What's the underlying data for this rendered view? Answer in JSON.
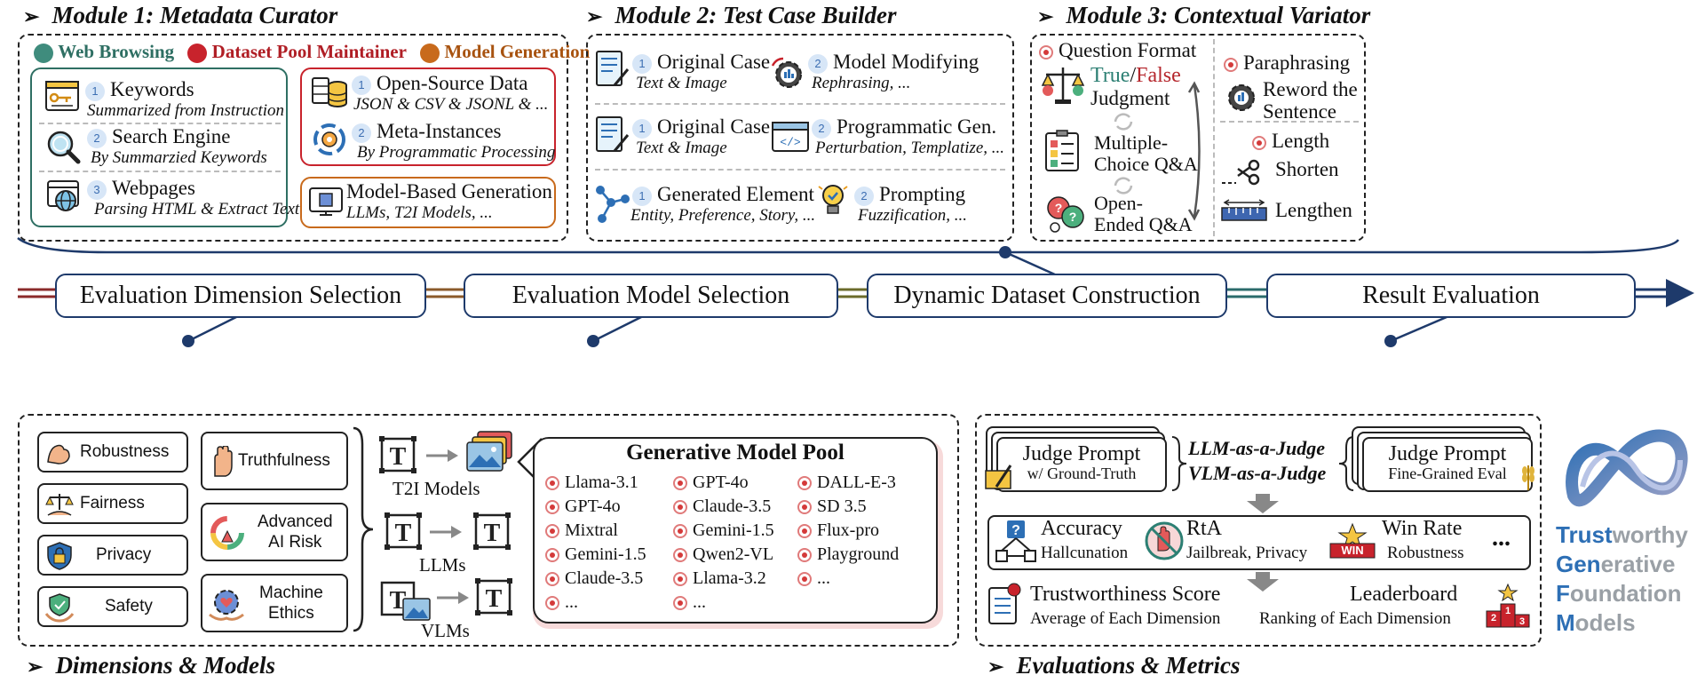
{
  "module1": {
    "title": "Module 1: Metadata Curator",
    "legend": [
      {
        "label": "Web Browsing",
        "color": "#3f8c7d"
      },
      {
        "label": "Dataset Pool Maintainer",
        "color": "#c8232c"
      },
      {
        "label": "Model Generation",
        "color": "#c86a1c"
      }
    ],
    "web": [
      {
        "num": "1",
        "title": "Keywords",
        "sub": "Summarized from Instruction"
      },
      {
        "num": "2",
        "title": "Search Engine",
        "sub": "By Summarzied Keywords"
      },
      {
        "num": "3",
        "title": "Webpages",
        "sub": "Parsing HTML & Extract Text"
      }
    ],
    "pool": [
      {
        "num": "1",
        "title": "Open-Source Data",
        "sub": "JSON & CSV & JSONL & ..."
      },
      {
        "num": "2",
        "title": "Meta-Instances",
        "sub": "By Programmatic Processing"
      }
    ],
    "gen": {
      "title": "Model-Based Generation",
      "sub": "LLMs, T2I Models, ..."
    }
  },
  "module2": {
    "title": "Module 2: Test Case Builder",
    "rows": [
      {
        "left": {
          "num": "1",
          "title": "Original Case",
          "sub": "Text & Image"
        },
        "right": {
          "num": "2",
          "title": "Model Modifying",
          "sub": "Rephrasing, ..."
        }
      },
      {
        "left": {
          "num": "1",
          "title": "Original Case",
          "sub": "Text & Image"
        },
        "right": {
          "num": "2",
          "title": "Programmatic Gen.",
          "sub": "Perturbation, Templatize, ..."
        }
      },
      {
        "left": {
          "num": "1",
          "title": "Generated Element",
          "sub": "Entity, Preference, Story, ..."
        },
        "right": {
          "num": "2",
          "title": "Prompting",
          "sub": "Fuzzification, ..."
        }
      }
    ]
  },
  "module3": {
    "title": "Module 3: Contextual Variator",
    "question_format": "Question Format",
    "tf_true": "True",
    "tf_sep": "/",
    "tf_false": "False",
    "tf_judgment": "Judgment",
    "mc_line1": "Multiple-",
    "mc_line2": "Choice Q&A",
    "oe_line1": "Open-",
    "oe_line2": "Ended Q&A",
    "paraphrasing": "Paraphrasing",
    "reword1": "Reword the",
    "reword2": "Sentence",
    "length": "Length",
    "shorten": "Shorten",
    "lengthen": "Lengthen",
    "colors": {
      "true": "#2c7f73",
      "false": "#b5262c"
    }
  },
  "pipeline": [
    "Evaluation Dimension Selection",
    "Evaluation Model Selection",
    "Dynamic Dataset Construction",
    "Result Evaluation"
  ],
  "dims_models": {
    "title": "Dimensions & Models",
    "dimensions_left": [
      "Robustness",
      "Fairness",
      "Privacy",
      "Safety"
    ],
    "dimensions_right": [
      {
        "line1": "Truthfulness",
        "line2": ""
      },
      {
        "line1": "Advanced",
        "line2": "AI Risk"
      },
      {
        "line1": "Machine",
        "line2": "Ethics"
      }
    ],
    "model_types": [
      "T2I Models",
      "LLMs",
      "VLMs"
    ],
    "pool_title": "Generative Model Pool",
    "pool_columns": [
      [
        "Llama-3.1",
        "GPT-4o",
        "Mixtral",
        "Gemini-1.5",
        "Claude-3.5",
        "..."
      ],
      [
        "GPT-4o",
        "Claude-3.5",
        "Gemini-1.5",
        "Qwen2-VL",
        "Llama-3.2",
        "..."
      ],
      [
        "DALL-E-3",
        "SD 3.5",
        "Flux-pro",
        "Playground",
        "..."
      ]
    ]
  },
  "evaluations": {
    "title": "Evaluations & Metrics",
    "judge_left": {
      "title": "Judge Prompt",
      "sub": "w/ Ground-Truth"
    },
    "judge_right": {
      "title": "Judge Prompt",
      "sub": "Fine-Grained Eval"
    },
    "llm_judge": "LLM-as-a-Judge",
    "vlm_judge": "VLM-as-a-Judge",
    "metrics": [
      {
        "title": "Accuracy",
        "sub": "Hallcunation"
      },
      {
        "title": "RtA",
        "sub": "Jailbreak, Privacy"
      },
      {
        "title": "Win Rate",
        "sub": "Robustness"
      }
    ],
    "metrics_more": "...",
    "score_title": "Trustworthiness Score",
    "score_sub": "Average of Each Dimension",
    "leader_title": "Leaderboard",
    "leader_sub": "Ranking of Each Dimension",
    "win_badge": "WIN",
    "podium": [
      "2",
      "1",
      "3"
    ]
  },
  "brand": {
    "lines": [
      {
        "hl": "Trust",
        "rest": "worthy"
      },
      {
        "hl": "Gen",
        "rest": "erative"
      },
      {
        "hl": "F",
        "rest": "oundation"
      },
      {
        "hl": "M",
        "rest": "odels"
      }
    ]
  }
}
